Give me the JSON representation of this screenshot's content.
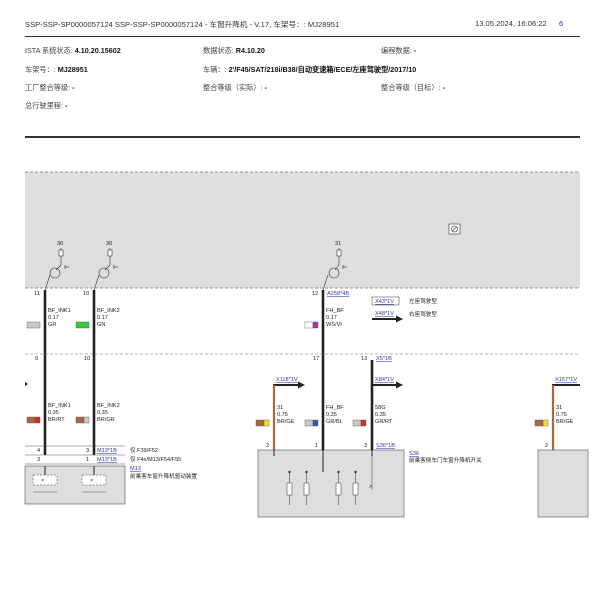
{
  "header": {
    "title": "SSP-SSP-SP0000057124 SSP-SSP-SP0000057124 - 车窗升降机 - V.17, 车架号：: MJ28951",
    "datetime": "13.05.2024, 16:06:22",
    "page": "6"
  },
  "info": {
    "ista_label": "ISTA 系统状态: ",
    "ista_value": "4.10.20.15602",
    "data_label": "数据状态: ",
    "data_value": "R4.10.20",
    "prog_label": "编程数据: ",
    "prog_value": "-",
    "vin_label": "车架号：: ",
    "vin_value": "MJ28951",
    "vehicle_label": "车辆：: ",
    "vehicle_value": "2'/F45/SAT/218i/B38/自动变速箱/ECE/左座驾驶型/2017/10",
    "factory_label": "工厂整合等级: ",
    "factory_value": "-",
    "integ_actual_label": "整合等级（实际）: ",
    "integ_actual_value": "-",
    "integ_target_label": "整合等级（目标）: ",
    "integ_target_value": "-",
    "mileage_label": "总行驶里程: ",
    "mileage_value": "-"
  },
  "diagram": {
    "terminal_30a": "30",
    "terminal_30b": "30",
    "terminal_31": "31",
    "pin_11": "11",
    "pin_10a": "10",
    "pin_12": "12",
    "conn_a258": "A258*4B",
    "pin_9": "9",
    "pin_10b": "10",
    "pin_17": "17",
    "pin_13": "13",
    "conn_x5": "X5*1B",
    "w1": [
      "BF_INK1",
      "0.17",
      "GR"
    ],
    "w2": [
      "BF_INK2",
      "0.17",
      "GN"
    ],
    "w3": [
      "FH_BF",
      "0.17",
      "WS/VI"
    ],
    "x43": "X43*1V",
    "x43_desc": "左座驾驶型",
    "x48": "X48*1V",
    "x48_desc": "右座驾驶型",
    "w4": [
      "BF_INK1",
      "0.35",
      "BR/RT"
    ],
    "w5": [
      "BF_INK2",
      "0.35",
      "BR/GR"
    ],
    "x118": "X118*1V",
    "x84": "X84*1V",
    "x157": "X157*1V",
    "w6": [
      "31",
      "0.75",
      "BR/GE"
    ],
    "w7": [
      "FH_BF",
      "0.35",
      "GR/BL"
    ],
    "w8": [
      "58G",
      "0.35",
      "GR/RT"
    ],
    "w9": [
      "31",
      "0.75",
      "BR/GE"
    ],
    "pin_4": "4",
    "pin_3a": "3",
    "pin_3b": "3",
    "pin_1a": "1",
    "m13_ref1": "M13*1B",
    "m13_ref2": "M13*1B",
    "m13_note1": "仅 F39/F52",
    "m13_note2": "仅 F4x/M13/F54/F55",
    "m13": "M13",
    "m13_desc": "前乘客车窗升降机驱动装置",
    "pin_2a": "2",
    "pin_1b": "1",
    "pin_3c": "3",
    "s36_ref": "S36*1B",
    "s36": "S36",
    "s36_desc": "前乘客侧车门车窗升降机开关",
    "pin_2b": "2"
  },
  "colors": {
    "text": "#222222",
    "link": "#2a3c9e",
    "module_fill": "#dedede",
    "wire_GR": "#c8c8c8",
    "wire_GN": "#3ec43e",
    "wire_WS_VI": "#9b3aa8",
    "wire_BR": "#a86840",
    "wire_RT": "#e02a2a",
    "wire_GE": "#f2dd2a",
    "wire_BL": "#3355cc"
  }
}
